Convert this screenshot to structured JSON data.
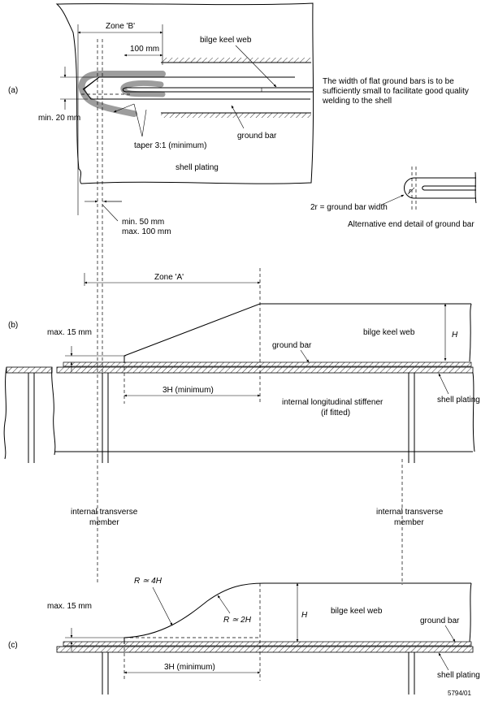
{
  "figure_id": "5794/01",
  "detail_a": {
    "label": "(a)",
    "zone_b": "Zone 'B'",
    "dim_100mm": "100 mm",
    "bilge_keel_web": "bilge keel web",
    "min_20mm": "min. 20 mm",
    "taper": "taper 3:1 (minimum)",
    "ground_bar": "ground bar",
    "shell_plating": "shell plating",
    "min_50mm": "min. 50 mm",
    "max_100mm": "max. 100 mm",
    "note_lines": [
      "The width of flat ground bars is to be",
      "sufficiently small to facilitate good quality",
      "welding to the shell"
    ],
    "alt_formula": "2r = ground bar width",
    "alt_r": "r",
    "alt_caption": "Alternative end detail of ground bar"
  },
  "detail_b": {
    "label": "(b)",
    "zone_a": "Zone 'A'",
    "max_15mm": "max. 15 mm",
    "ground_bar": "ground bar",
    "bilge_keel_web": "bilge keel web",
    "h": "H",
    "dim_3h": "3H (minimum)",
    "stiffener_lines": [
      "internal longitudinal stiffener",
      "(if fitted)"
    ],
    "shell_plating": "shell plating",
    "transverse_left": [
      "internal transverse",
      "member"
    ],
    "transverse_right": [
      "internal transverse",
      "member"
    ]
  },
  "detail_c": {
    "label": "(c)",
    "r_4h": "R ≃ 4H",
    "r_2h": "R ≃ 2H",
    "h": "H",
    "bilge_keel_web": "bilge keel web",
    "ground_bar": "ground bar",
    "max_15mm": "max. 15 mm",
    "dim_3h": "3H (minimum)",
    "shell_plating": "shell plating"
  }
}
